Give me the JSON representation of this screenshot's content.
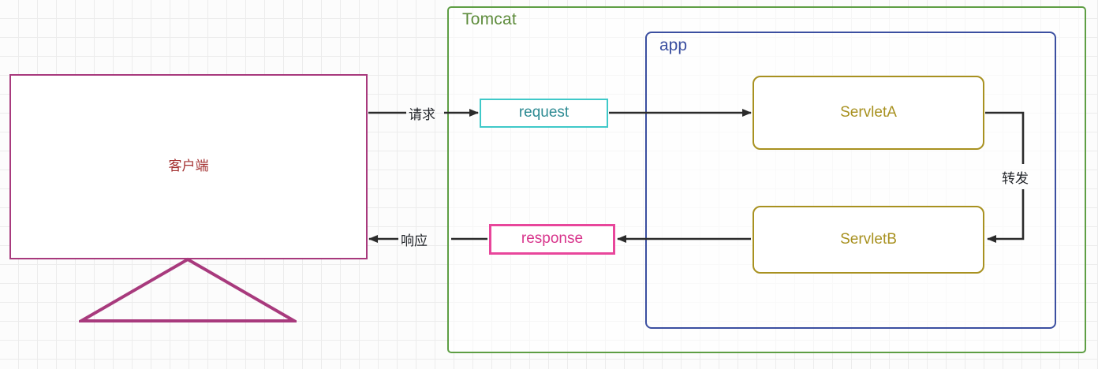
{
  "diagram": {
    "title_hidden": "",
    "containers": [
      {
        "id": "tomcat",
        "label": "Tomcat",
        "color": "#5e8c3c"
      },
      {
        "id": "app",
        "label": "app",
        "color": "#3b4fa0"
      }
    ],
    "nodes": [
      {
        "id": "client",
        "label": "客户端",
        "border": "#a83a7d",
        "text": "#a33030"
      },
      {
        "id": "request",
        "label": "request",
        "border": "#3fc9c9",
        "text": "#2e8b93"
      },
      {
        "id": "response",
        "label": "response",
        "border": "#e8469b",
        "text": "#d8358c"
      },
      {
        "id": "servletA",
        "label": "ServletA",
        "border": "#a89120",
        "text": "#a89120"
      },
      {
        "id": "servletB",
        "label": "ServletB",
        "border": "#a89120",
        "text": "#a89120"
      }
    ],
    "edges": [
      {
        "id": "client-to-request",
        "label": "请求",
        "from": "client",
        "to": "request"
      },
      {
        "id": "request-to-servletA",
        "label": "",
        "from": "request",
        "to": "servletA"
      },
      {
        "id": "servletA-to-servletB",
        "label": "转发",
        "from": "servletA",
        "to": "servletB"
      },
      {
        "id": "servletB-to-response",
        "label": "",
        "from": "servletB",
        "to": "response"
      },
      {
        "id": "response-to-client",
        "label": "响应",
        "from": "response",
        "to": "client"
      }
    ],
    "edge_color": "#2b2b2b",
    "background": "#fcfcfc",
    "grid_color": "#ececec"
  }
}
